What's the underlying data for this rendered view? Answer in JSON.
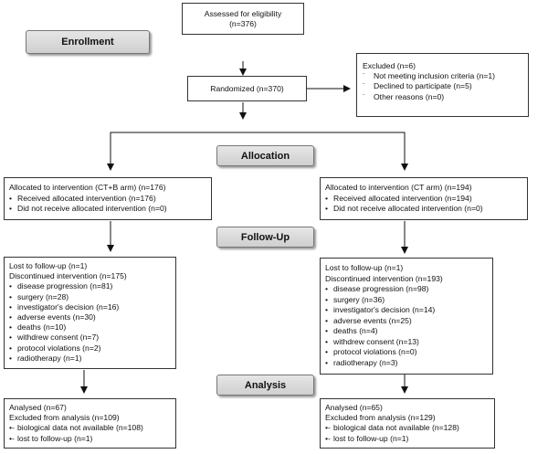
{
  "stages": {
    "enrollment": "Enrollment",
    "allocation": "Allocation",
    "followup": "Follow-Up",
    "analysis": "Analysis"
  },
  "eligibility": [
    "Assessed for eligibility",
    "(n=376)"
  ],
  "randomized": "Randomized (n=370)",
  "excluded": {
    "title": "Excluded  (n=6)",
    "items": [
      "Not meeting inclusion criteria (n=1)",
      "Declined to participate (n=5)",
      "Other reasons (n=0)"
    ]
  },
  "left": {
    "alloc_title": "Allocated to intervention (CT+B arm) (n=176)",
    "alloc_items": [
      "Received allocated intervention (n=176)",
      "Did not receive allocated intervention (n=0)"
    ],
    "lost": "Lost to follow-up (n=1)",
    "discontinued": "Discontinued intervention (n=175)",
    "reasons": [
      "disease progression (n=81)",
      "surgery (n=28)",
      "investigator's decision (n=16)",
      "adverse events (n=30)",
      "deaths (n=10)",
      "withdrew consent (n=7)",
      "protocol violations (n=2)",
      "radiotherapy (n=1)"
    ],
    "analysed": "Analysed  (n=67)",
    "excluded_analysis": "Excluded from analysis (n=109)",
    "excluded_items": [
      "biological data not available (n=108)",
      "lost to follow-up (n=1)"
    ]
  },
  "right": {
    "alloc_title": "Allocated to intervention (CT arm) (n=194)",
    "alloc_items": [
      "Received allocated intervention (n=194)",
      "Did not receive allocated intervention (n=0)"
    ],
    "lost": "Lost to follow-up (n=1)",
    "discontinued": "Discontinued intervention (n=193)",
    "reasons": [
      "disease progression (n=98)",
      "surgery (n=36)",
      "investigator's decision (n=14)",
      "adverse events (n=25)",
      "deaths (n=4)",
      "withdrew consent (n=13)",
      "protocol violations (n=0)",
      "radiotherapy (n=3)"
    ],
    "analysed": "Analysed  (n=65)",
    "excluded_analysis": "Excluded from analysis (n=129)",
    "excluded_items": [
      "biological data not available (n=128)",
      "lost to follow-up (n=1)"
    ]
  }
}
